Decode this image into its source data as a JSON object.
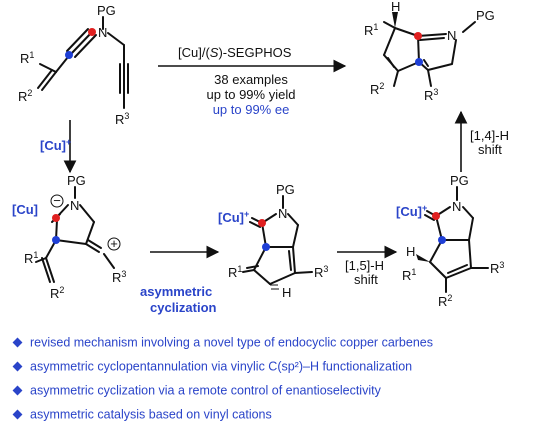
{
  "top": {
    "start_labels": {
      "pg": "PG",
      "n": "N",
      "r1": "R",
      "r1_sub": "1",
      "r2": "R",
      "r2_sub": "2",
      "r3": "R",
      "r3_sub": "3"
    },
    "product_labels": {
      "h": "H",
      "pg": "PG",
      "n": "N",
      "r1": "R",
      "r1_sub": "1",
      "r2": "R",
      "r2_sub": "2",
      "r3": "R",
      "r3_sub": "3"
    },
    "conditions": {
      "catalyst_pre": "[Cu]/(",
      "catalyst_italic": "S",
      "catalyst_post": ")-SEGPHOS",
      "examples": "38 examples",
      "yield": "up to 99% yield",
      "ee": "up to 99% ee"
    }
  },
  "left_arrow_label": {
    "text": "[Cu]",
    "sup": "+"
  },
  "right_arrow_label": {
    "line1": "[1,4]-H",
    "line2": "shift"
  },
  "intermediate1": {
    "cu": "[Cu]",
    "minus": "−",
    "pg": "PG",
    "n": "N",
    "plus": "+",
    "r1": "R",
    "r1_sub": "1",
    "r2": "R",
    "r2_sub": "2",
    "r3": "R",
    "r3_sub": "3"
  },
  "cyclization_label": {
    "line1": "asymmetric",
    "line2": "cyclization"
  },
  "intermediate2": {
    "cu": "[Cu]",
    "plus": "+",
    "pg": "PG",
    "n": "N",
    "r1": "R",
    "r1_sub": "1",
    "r3": "R",
    "r3_sub": "3",
    "h": "H"
  },
  "shift15_label": {
    "line1": "[1,5]-H",
    "line2": "shift"
  },
  "intermediate3": {
    "cu": "[Cu]",
    "plus": "+",
    "pg": "PG",
    "n": "N",
    "h": "H",
    "r1": "R",
    "r1_sub": "1",
    "r2": "R",
    "r2_sub": "2",
    "r3": "R",
    "r3_sub": "3"
  },
  "bullets": [
    "revised mechanism involving a novel type of endocyclic copper carbenes",
    "asymmetric cyclopentannulation via vinylic C(sp²)–H functionalization",
    "asymmetric cyclization via a remote control of enantioselectivity",
    "asymmetric catalysis based on vinyl cations"
  ],
  "colors": {
    "accent_blue": "#2a44c9",
    "atom_red": "#e02020",
    "atom_blue": "#1f3fd6",
    "bond": "#111111"
  }
}
